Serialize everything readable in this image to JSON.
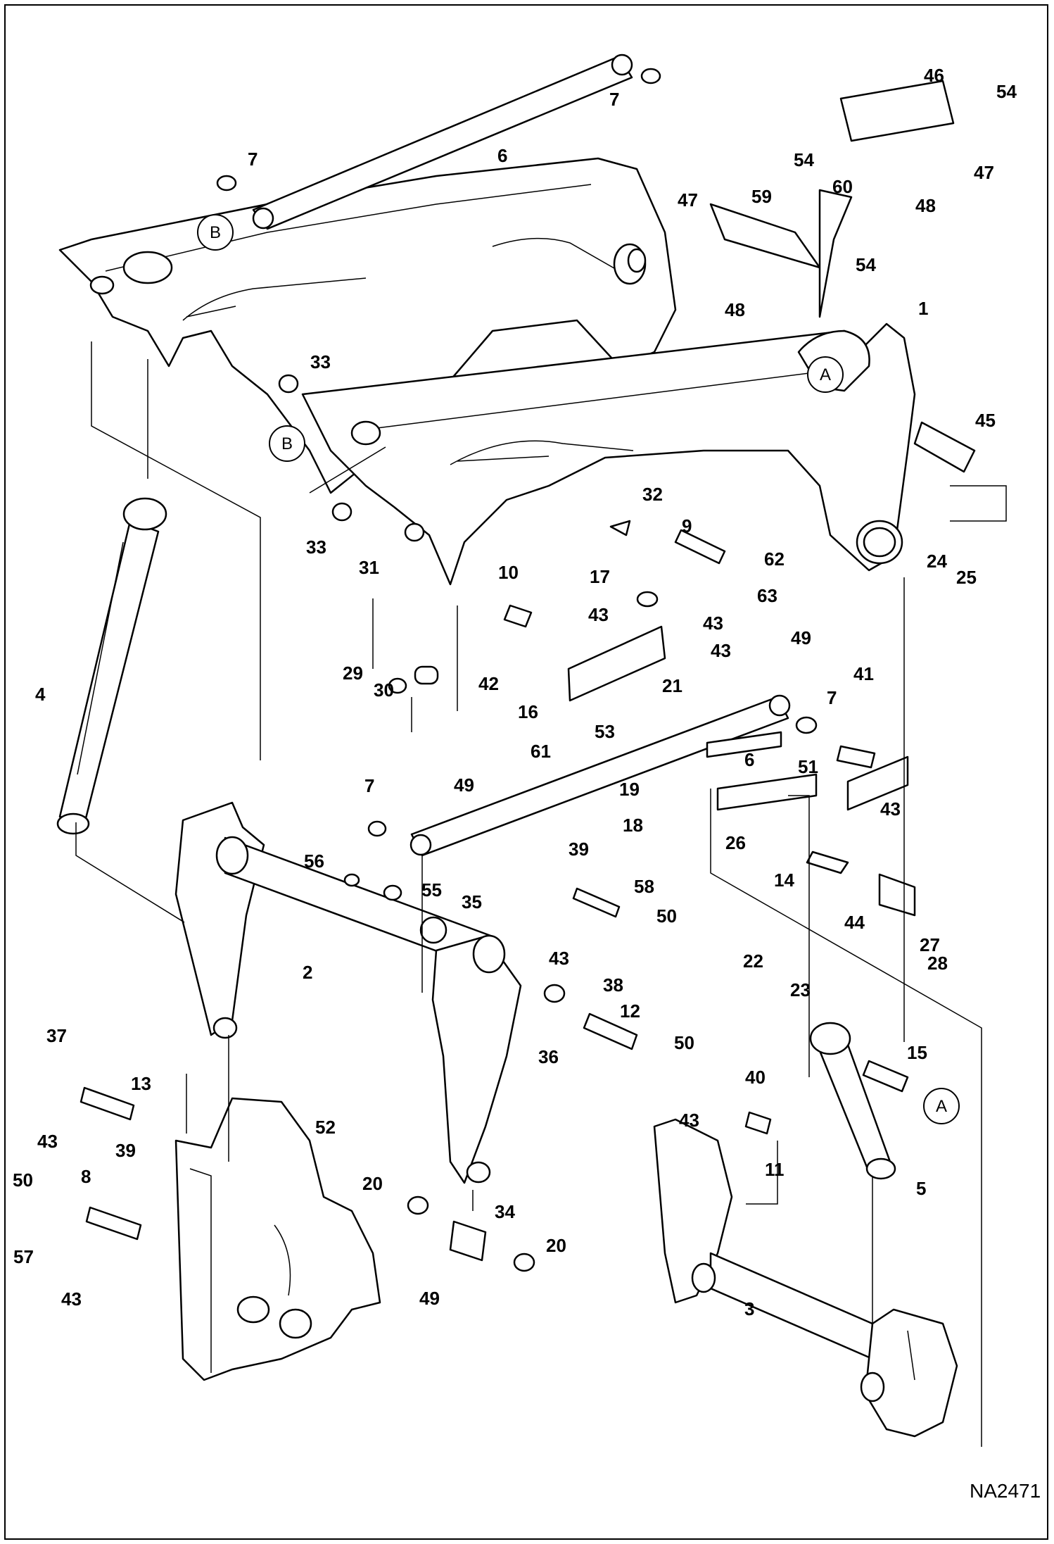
{
  "drawing": {
    "id": "NA2471",
    "callouts": [
      {
        "label": "1"
      },
      {
        "label": "2"
      },
      {
        "label": "3"
      },
      {
        "label": "4"
      },
      {
        "label": "5"
      },
      {
        "label": "6"
      },
      {
        "label": "6"
      },
      {
        "label": "7"
      },
      {
        "label": "7"
      },
      {
        "label": "7"
      },
      {
        "label": "7"
      },
      {
        "label": "8"
      },
      {
        "label": "9"
      },
      {
        "label": "10"
      },
      {
        "label": "11"
      },
      {
        "label": "12"
      },
      {
        "label": "13"
      },
      {
        "label": "14"
      },
      {
        "label": "15"
      },
      {
        "label": "16"
      },
      {
        "label": "17"
      },
      {
        "label": "18"
      },
      {
        "label": "19"
      },
      {
        "label": "20"
      },
      {
        "label": "20"
      },
      {
        "label": "21"
      },
      {
        "label": "22"
      },
      {
        "label": "23"
      },
      {
        "label": "24"
      },
      {
        "label": "25"
      },
      {
        "label": "26"
      },
      {
        "label": "27"
      },
      {
        "label": "28"
      },
      {
        "label": "29"
      },
      {
        "label": "30"
      },
      {
        "label": "31"
      },
      {
        "label": "32"
      },
      {
        "label": "33"
      },
      {
        "label": "33"
      },
      {
        "label": "34"
      },
      {
        "label": "35"
      },
      {
        "label": "36"
      },
      {
        "label": "37"
      },
      {
        "label": "38"
      },
      {
        "label": "39"
      },
      {
        "label": "39"
      },
      {
        "label": "40"
      },
      {
        "label": "41"
      },
      {
        "label": "42"
      },
      {
        "label": "43"
      },
      {
        "label": "43"
      },
      {
        "label": "43"
      },
      {
        "label": "43"
      },
      {
        "label": "43"
      },
      {
        "label": "43"
      },
      {
        "label": "43"
      },
      {
        "label": "43"
      },
      {
        "label": "44"
      },
      {
        "label": "45"
      },
      {
        "label": "46"
      },
      {
        "label": "47"
      },
      {
        "label": "47"
      },
      {
        "label": "48"
      },
      {
        "label": "48"
      },
      {
        "label": "49"
      },
      {
        "label": "49"
      },
      {
        "label": "49"
      },
      {
        "label": "50"
      },
      {
        "label": "50"
      },
      {
        "label": "50"
      },
      {
        "label": "51"
      },
      {
        "label": "52"
      },
      {
        "label": "53"
      },
      {
        "label": "54"
      },
      {
        "label": "54"
      },
      {
        "label": "54"
      },
      {
        "label": "55"
      },
      {
        "label": "56"
      },
      {
        "label": "57"
      },
      {
        "label": "58"
      },
      {
        "label": "59"
      },
      {
        "label": "60"
      },
      {
        "label": "61"
      },
      {
        "label": "62"
      },
      {
        "label": "63"
      }
    ],
    "references": [
      {
        "label": "A"
      },
      {
        "label": "A"
      },
      {
        "label": "B"
      },
      {
        "label": "B"
      }
    ]
  }
}
